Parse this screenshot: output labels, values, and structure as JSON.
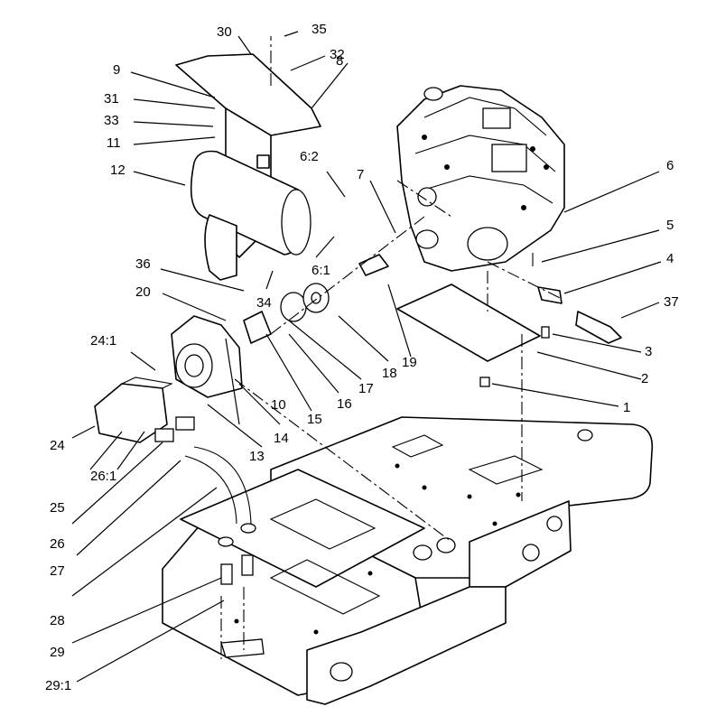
{
  "callouts": {
    "c1": "1",
    "c2": "2",
    "c3": "3",
    "c4": "4",
    "c5": "5",
    "c6": "6",
    "c6_1": "6:1",
    "c6_2": "6:2",
    "c7": "7",
    "c8": "8",
    "c9": "9",
    "c10": "10",
    "c11": "11",
    "c12": "12",
    "c13": "13",
    "c14": "14",
    "c15": "15",
    "c16": "16",
    "c17": "17",
    "c18": "18",
    "c19": "19",
    "c20": "20",
    "c24": "24",
    "c24_1": "24:1",
    "c25": "25",
    "c26": "26",
    "c26_1": "26:1",
    "c27": "27",
    "c28": "28",
    "c29": "29",
    "c29_1": "29:1",
    "c30": "30",
    "c31": "31",
    "c32": "32",
    "c33": "33",
    "c34": "34",
    "c35": "35",
    "c36": "36",
    "c37": "37"
  }
}
